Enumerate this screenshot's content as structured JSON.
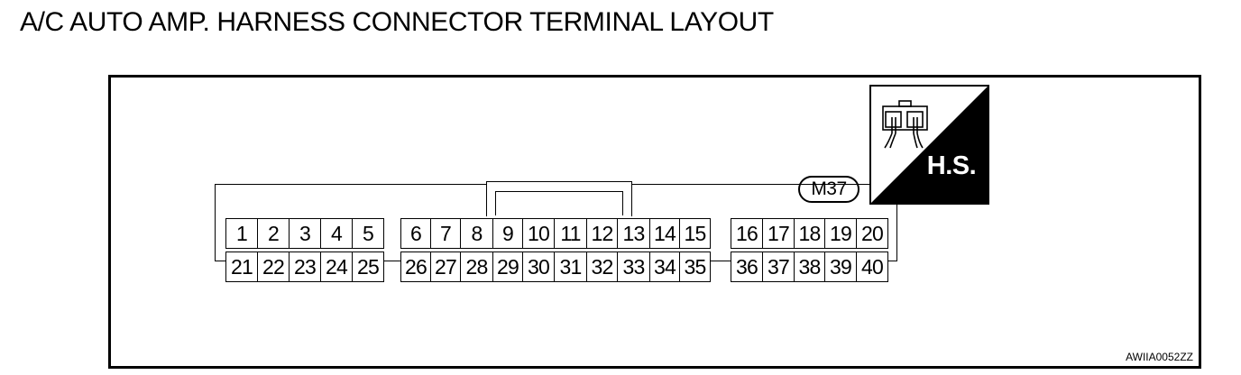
{
  "title": "A/C AUTO AMP. HARNESS CONNECTOR TERMINAL LAYOUT",
  "reference_code": "AWIIA0052ZZ",
  "connector": {
    "id": "M37",
    "top_row": [
      "1",
      "2",
      "3",
      "4",
      "5",
      "6",
      "7",
      "8",
      "9",
      "10",
      "11",
      "12",
      "13",
      "14",
      "15",
      "16",
      "17",
      "18",
      "19",
      "20"
    ],
    "bottom_row": [
      "21",
      "22",
      "23",
      "24",
      "25",
      "26",
      "27",
      "28",
      "29",
      "30",
      "31",
      "32",
      "33",
      "34",
      "35",
      "36",
      "37",
      "38",
      "39",
      "40"
    ]
  },
  "harness_icon": {
    "label": "H.S.",
    "icon": "connector-plug-icon"
  }
}
